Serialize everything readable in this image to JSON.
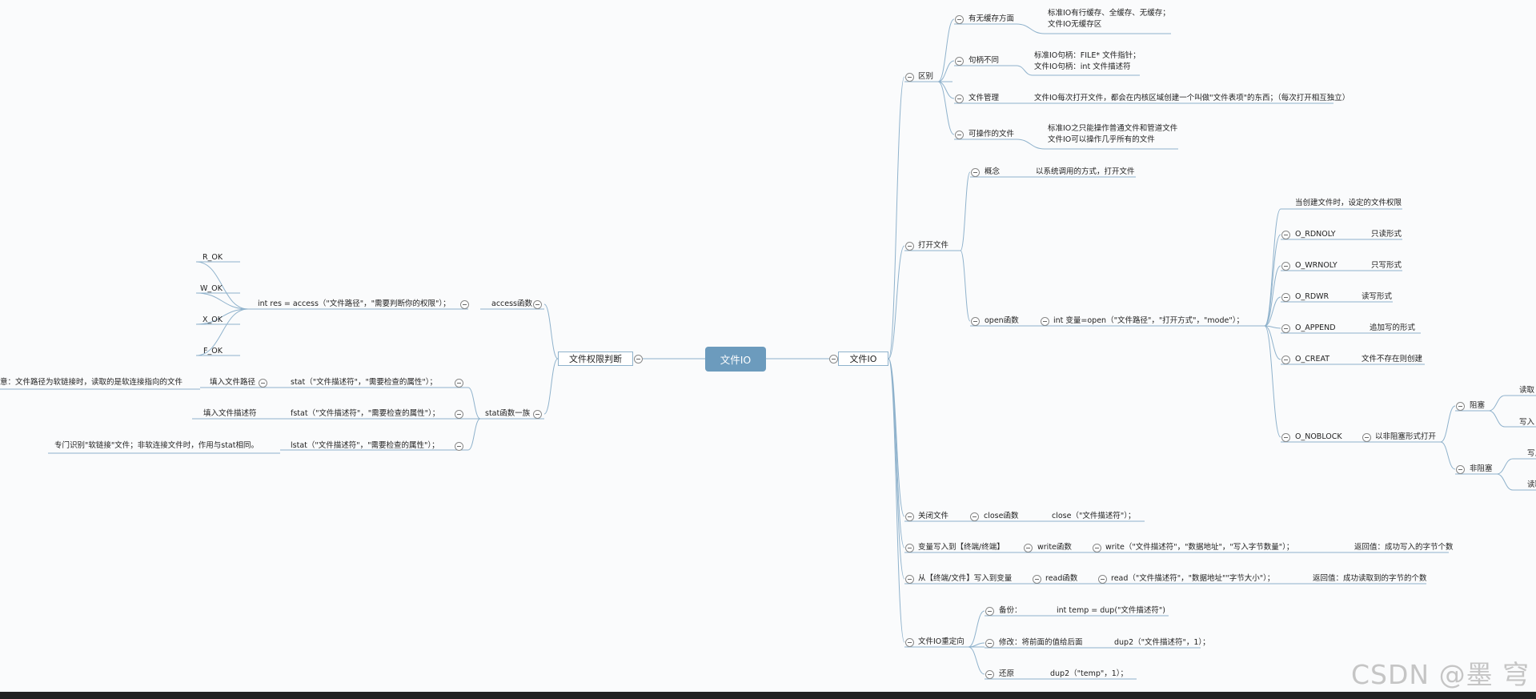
{
  "root": "文件IO",
  "left_branch": {
    "title": "文件权限判断",
    "access": {
      "label": "access函数",
      "call": "int res = access（\"文件路径\"，\"需要判断你的权限\"）；",
      "flags": [
        "R_OK",
        "W_OK",
        "X_OK",
        "F_OK"
      ]
    },
    "stat_family": {
      "label": "stat函数一族",
      "stat": "stat（\"文件描述符\"，\"需要检查的属性\"）；",
      "stat_param": "填入文件路径",
      "stat_note": "意：文件路径为软链接时，读取的是软连接指向的文件",
      "fstat": "fstat（\"文件描述符\"，\"需要检查的属性\"）；",
      "fstat_param": "填入文件描述符",
      "lstat": "lstat（\"文件描述符\"，\"需要检查的属性\"）；",
      "lstat_note": "专门识别\"软链接\"文件；非软连接文件时，作用与stat相同。"
    }
  },
  "right_branch": {
    "title": "文件IO",
    "diff": {
      "label": "区别",
      "cache": {
        "label": "有无缓存方面",
        "l1": "标准IO有行缓存、全缓存、无缓存；",
        "l2": "文件IO无缓存区"
      },
      "handle": {
        "label": "句柄不同",
        "l1": "标准IO句柄：FILE* 文件指针；",
        "l2": "文件IO句柄：int 文件描述符"
      },
      "manage": {
        "label": "文件管理",
        "l1": "文件IO每次打开文件，都会在内核区域创建一个叫做\"文件表项\"的东西；（每次打开相互独立）"
      },
      "files": {
        "label": "可操作的文件",
        "l1": "标准IO之只能操作普通文件和管道文件",
        "l2": "文件IO可以操作几乎所有的文件"
      }
    },
    "open": {
      "label": "打开文件",
      "concept_label": "概念",
      "concept": "以系统调用的方式，打开文件",
      "func_label": "open函数",
      "func_call": "int 变量=open（\"文件路径\"，\"打开方式\"，\"mode\"）；",
      "mode_desc": "当创建文件时，设定的文件权限",
      "flags": [
        {
          "name": "O_RDNOLY",
          "desc": "只读形式"
        },
        {
          "name": "O_WRNOLY",
          "desc": "只写形式"
        },
        {
          "name": "O_RDWR",
          "desc": "读写形式"
        },
        {
          "name": "O_APPEND",
          "desc": "追加写的形式"
        },
        {
          "name": "O_CREAT",
          "desc": "文件不存在则创建"
        }
      ],
      "nonblock": {
        "name": "O_NOBLOCK",
        "desc": "以非阻塞形式打开",
        "block": "阻塞",
        "nonblock": "非阻塞",
        "b1": "读取",
        "b2": "写入",
        "n1": "写入",
        "n2": "读取"
      }
    },
    "close": {
      "label": "关闭文件",
      "func": "close函数",
      "call": "close（\"文件描述符\"）；"
    },
    "write": {
      "label": "变量写入到【终端/终端】",
      "func": "write函数",
      "call": "write（\"文件描述符\"，\"数据地址\"，\"写入字节数量\"）；",
      "ret": "返回值：成功写入的字节个数"
    },
    "read": {
      "label": "从【终端/文件】写入到变量",
      "func": "read函数",
      "call": "read（\"文件描述符\"，\"数据地址\"\"字节大小\"）；",
      "ret": "返回值：成功读取到的字节的个数"
    },
    "redirect": {
      "label": "文件IO重定向",
      "backup_label": "备份：",
      "backup": "int temp = dup(\"文件描述符\")",
      "modify_label": "修改：将前面的值给后面",
      "modify": "dup2（\"文件描述符\"，1）；",
      "restore_label": "还原",
      "restore": "dup2（\"temp\"，1）；"
    }
  },
  "watermark": "CSDN @墨 穹"
}
